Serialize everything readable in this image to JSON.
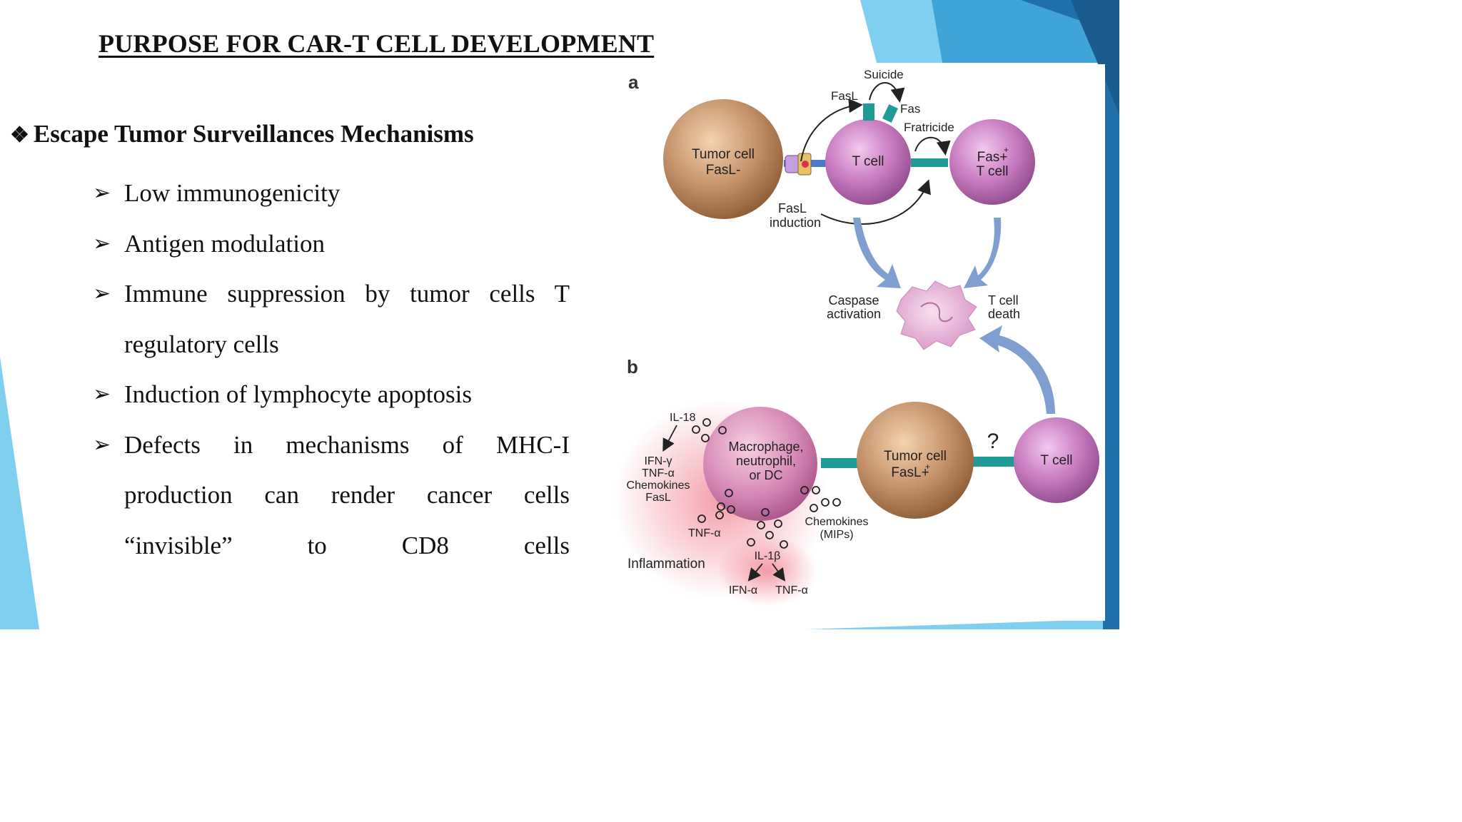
{
  "title": "PURPOSE FOR CAR-T CELL DEVELOPMENT",
  "heading": {
    "marker": "❖",
    "text": "Escape Tumor Surveillances  Mechanisms"
  },
  "bullet_symbol": "➢",
  "bullets": [
    "Low immunogenicity",
    " Antigen modulation",
    " Immune suppression by tumor cells T regulatory cells",
    "Induction of lymphocyte apoptosis",
    "Defects in mechanisms of MHC-I production can render cancer cells “invisible” to CD8 cells"
  ],
  "figure": {
    "panel_a": {
      "label": "a",
      "tumor_cell": [
        "Tumor cell",
        "FasL-"
      ],
      "t_cell": "T cell",
      "fas_t_cell": [
        "Fas+",
        "T cell"
      ],
      "fasl_top": "FasL",
      "suicide": "Suicide",
      "fas": "Fas",
      "fratricide": "Fratricide",
      "fasl_induction": [
        "FasL",
        "induction"
      ],
      "caspase": [
        "Caspase",
        "activation"
      ],
      "t_cell_death": [
        "T cell",
        "death"
      ]
    },
    "panel_b": {
      "label": "b",
      "macrophage": [
        "Macrophage,",
        "neutrophil,",
        "or DC"
      ],
      "tumor_cell": [
        "Tumor cell",
        "FasL+"
      ],
      "t_cell": "T cell",
      "question": "?",
      "il18": "IL-18",
      "left_factors": [
        "IFN-γ",
        "TNF-α",
        "Chemokines",
        "FasL"
      ],
      "tnf_a": "TNF-α",
      "chemokines": [
        "Chemokines",
        "(MIPs)"
      ],
      "il1b": "IL-1β",
      "ifn_a": "IFN-α",
      "tnf_a2": "TNF-α",
      "inflammation": "Inflammation"
    }
  },
  "colors": {
    "cell_purple": "#c77ac0",
    "tumor_brown": "#b9895b",
    "teal": "#1f9a96",
    "arrow_blue": "#7e9fcf",
    "inflammation": "#f4a5ad"
  }
}
